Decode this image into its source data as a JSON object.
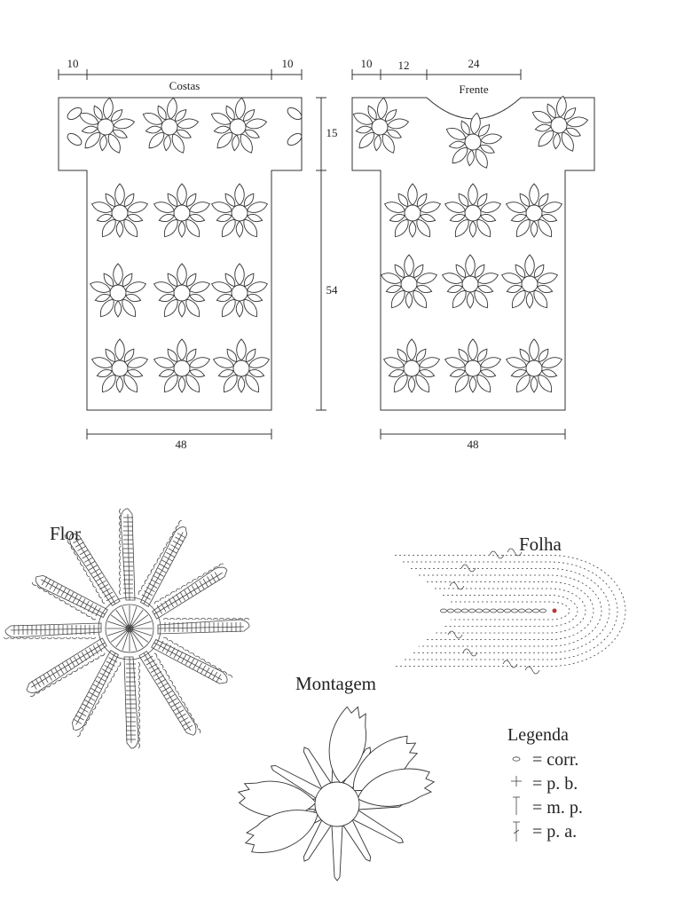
{
  "pattern": {
    "back": {
      "title": "Costas",
      "dim_shoulder_left": "10",
      "dim_shoulder_right": "10",
      "dim_width": "48"
    },
    "front": {
      "title": "Frente",
      "dim_shoulder": "10",
      "dim_neck_side": "12",
      "dim_neck": "24",
      "dim_width": "48"
    },
    "dim_sleeve_height": "15",
    "dim_body_height": "54"
  },
  "charts": {
    "flower_title": "Flor",
    "leaf_title": "Folha",
    "assembly_title": "Montagem"
  },
  "legend": {
    "title": "Legenda",
    "items": [
      {
        "symbol": "chain-symbol-icon",
        "label": "= corr."
      },
      {
        "symbol": "single-crochet-symbol-icon",
        "label": "= p. b."
      },
      {
        "symbol": "half-double-crochet-symbol-icon",
        "label": "= m. p."
      },
      {
        "symbol": "double-crochet-symbol-icon",
        "label": "= p. a."
      }
    ]
  }
}
